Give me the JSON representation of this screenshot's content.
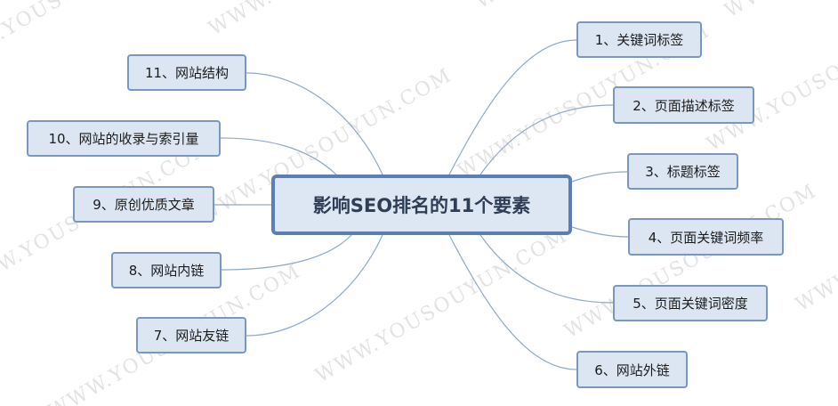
{
  "mindmap": {
    "center": "影响SEO排名的11个要素",
    "right_nodes": [
      "1、关键词标签",
      "2、页面描述标签",
      "3、标题标签",
      "4、页面关键词频率",
      "5、页面关键词密度",
      "6、网站外链"
    ],
    "left_nodes": [
      "7、网站友链",
      "8、网站内链",
      "9、原创优质文章",
      "10、网站的收录与索引量",
      "11、网站结构"
    ]
  },
  "watermark": {
    "text": "WWW.YOUSOUYUN.COM"
  },
  "colors": {
    "node_fill": "#dce6f2",
    "node_border": "#7a97be",
    "center_border": "#5b7fb3",
    "link": "#8fa9c8",
    "watermark": "#e3e3e3"
  }
}
